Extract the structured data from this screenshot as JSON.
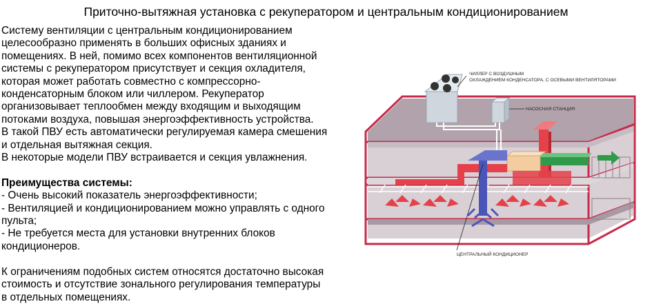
{
  "document": {
    "title": "Приточно-вытяжная установка с рекуператором и центральным кондиционированием",
    "intro_lines": [
      "Систему вентиляции с центральным кондиционированием",
      "целесообразно применять в больших офисных зданиях и",
      "помещениях. В ней, помимо всех компонентов вентиляционной",
      "системы с рекуператором присутствует и секция охладителя,",
      "которая может работать совместно с компрессорно-",
      "конденсаторным блоком или чиллером. Рекуператор",
      "организовывает теплообмен между входящим и выходящим",
      "потоками воздуха, повышая энергоэффективность устройства.",
      "В такой ПВУ есть автоматически регулируемая камера смешения",
      "и отдельная вытяжная секция.",
      "В некоторые модели ПВУ встраивается и секция увлажнения."
    ],
    "advantages_title": "Преимущества системы:",
    "advantages_lines": [
      "- Очень высокий показатель энергоэффективности;",
      "- Вентиляцией и кондиционированием можно управлять с одного",
      "пульта;",
      "- Не требуется места для установки внутренних блоков",
      "кондиционеров."
    ],
    "limitations_lines": [
      "К ограничениям подобных систем относятся достаточно высокая",
      "стоимость и отсутствие зонального регулирования температуры",
      "в отдельных помещениях."
    ]
  },
  "diagram": {
    "labels": {
      "chiller_line1": "ЧИЛЛЕР С ВОЗДУШНЫМ",
      "chiller_line2": "ОХЛАЖДЕНИЕМ КОНДЕНСАТОРА, С ОСЕВЫМИ ВЕНТИЛЯТОРАМИ",
      "pump_station": "НАСОСНАЯ СТАНЦИЯ",
      "central_ac": "ЦЕНТРАЛЬНЫЙ КОНДИЦИОНЕР"
    },
    "colors": {
      "building": "#b9a9b3",
      "building_dark": "#8f7d89",
      "frame_red": "#c62a4a",
      "duct_red": "#e4414a",
      "cold_blue": "#4a55b8",
      "fresh_green": "#2f9b4a",
      "chiller": "#cfd6de"
    }
  }
}
